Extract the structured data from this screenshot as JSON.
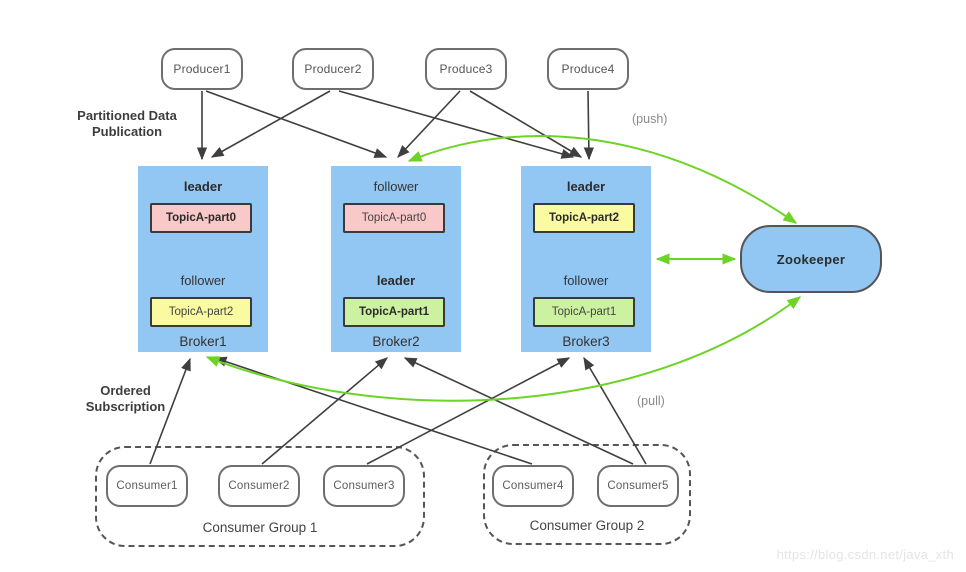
{
  "labels": {
    "publication": "Partitioned Data\nPublication",
    "subscription": "Ordered\nSubscription",
    "push": "(push)",
    "pull": "(pull)"
  },
  "producers": [
    {
      "label": "Producer1"
    },
    {
      "label": "Producer2"
    },
    {
      "label": "Produce3"
    },
    {
      "label": "Produce4"
    }
  ],
  "brokers": [
    {
      "name": "Broker1",
      "slots": [
        {
          "role": "leader",
          "partition": "TopicA-part0",
          "color": "pink"
        },
        {
          "role": "follower",
          "partition": "TopicA-part2",
          "color": "yellow"
        }
      ]
    },
    {
      "name": "Broker2",
      "slots": [
        {
          "role": "follower",
          "partition": "TopicA-part0",
          "color": "pink"
        },
        {
          "role": "leader",
          "partition": "TopicA-part1",
          "color": "green"
        }
      ]
    },
    {
      "name": "Broker3",
      "slots": [
        {
          "role": "leader",
          "partition": "TopicA-part2",
          "color": "yellow"
        },
        {
          "role": "follower",
          "partition": "TopicA-part1",
          "color": "green"
        }
      ]
    }
  ],
  "zookeeper": {
    "label": "Zookeeper"
  },
  "consumer_groups": [
    {
      "label": "Consumer Group 1",
      "consumers": [
        {
          "label": "Consumer1"
        },
        {
          "label": "Consumer2"
        },
        {
          "label": "Consumer3"
        }
      ]
    },
    {
      "label": "Consumer Group 2",
      "consumers": [
        {
          "label": "Consumer4"
        },
        {
          "label": "Consumer5"
        }
      ]
    }
  ],
  "watermark": "https://blog.csdn.net/java_xth",
  "colors": {
    "broker_fill": "#93c7f3",
    "zookeeper_fill": "#93c7f3",
    "partition_pink": "#f9c8c8",
    "partition_yellow": "#fafaa0",
    "partition_green": "#cbf1a1",
    "arrow_black": "#3f3f3f",
    "arrow_green": "#6dd327",
    "label_gray": "#8a8a8a"
  },
  "edges": {
    "producer_to_broker": [
      "Producer1→Broker1",
      "Producer1→Broker2",
      "Producer2→Broker1",
      "Producer2→Broker3",
      "Produce3→Broker2",
      "Produce3→Broker3",
      "Produce4→Broker3"
    ],
    "consumer_to_broker": [
      "Consumer1→Broker1",
      "Consumer2→Broker2",
      "Consumer3→Broker3",
      "Consumer4→Broker1",
      "Consumer5→Broker2",
      "Consumer5→Broker3"
    ],
    "zookeeper_links": [
      "Zookeeper↔Broker2 (push)",
      "Zookeeper↔Broker3",
      "Zookeeper↔Broker1 (pull)"
    ]
  }
}
